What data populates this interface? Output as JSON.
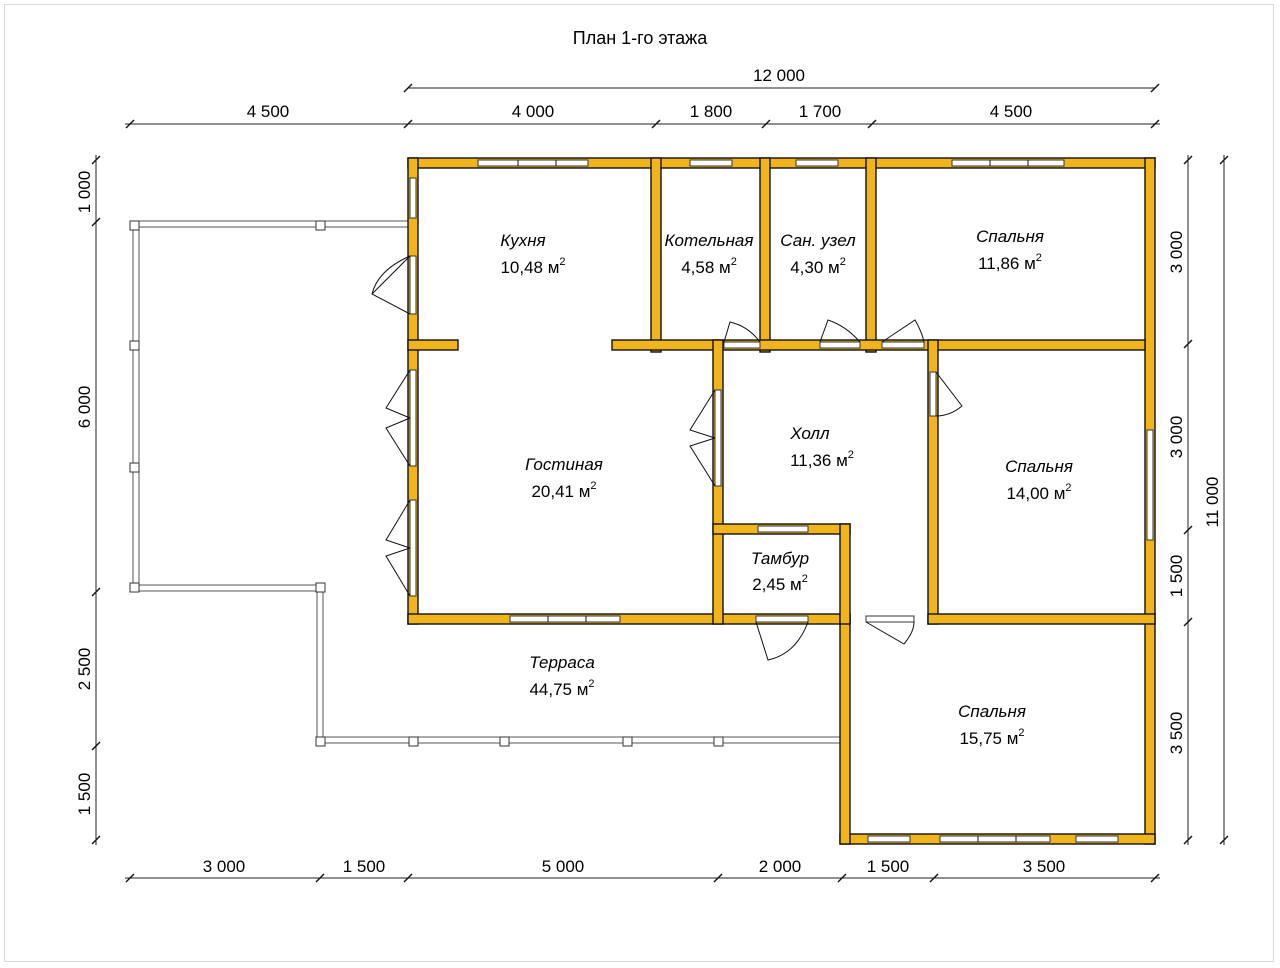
{
  "title": "План 1-го этажа",
  "dimensions": {
    "top_total": "12 000",
    "top": [
      "4 500",
      "4 000",
      "1 800",
      "1 700",
      "4 500"
    ],
    "bottom": [
      "3 000",
      "1 500",
      "5 000",
      "2 000",
      "1 500",
      "3 500"
    ],
    "left": [
      "1 000",
      "6 000",
      "2 500",
      "1 500"
    ],
    "right": [
      "3 000",
      "3 000",
      "1 500",
      "3 500"
    ],
    "right_total": "11 000"
  },
  "rooms": [
    {
      "name": "Кухня",
      "area": "10,48 м",
      "unit_sup": "2"
    },
    {
      "name": "Котельная",
      "area": "4,58 м",
      "unit_sup": "2"
    },
    {
      "name": "Сан. узел",
      "area": "4,30 м",
      "unit_sup": "2"
    },
    {
      "name": "Спальня",
      "area": "11,86 м",
      "unit_sup": "2"
    },
    {
      "name": "Холл",
      "area": "11,36 м",
      "unit_sup": "2"
    },
    {
      "name": "Гостиная",
      "area": "20,41 м",
      "unit_sup": "2"
    },
    {
      "name": "Спальня",
      "area": "14,00 м",
      "unit_sup": "2"
    },
    {
      "name": "Тамбур",
      "area": "2,45 м",
      "unit_sup": "2"
    },
    {
      "name": "Терраса",
      "area": "44,75 м",
      "unit_sup": "2"
    },
    {
      "name": "Спальня",
      "area": "15,75 м",
      "unit_sup": "2"
    }
  ],
  "colors": {
    "wall": "#f0b41c",
    "outline": "#111111"
  }
}
